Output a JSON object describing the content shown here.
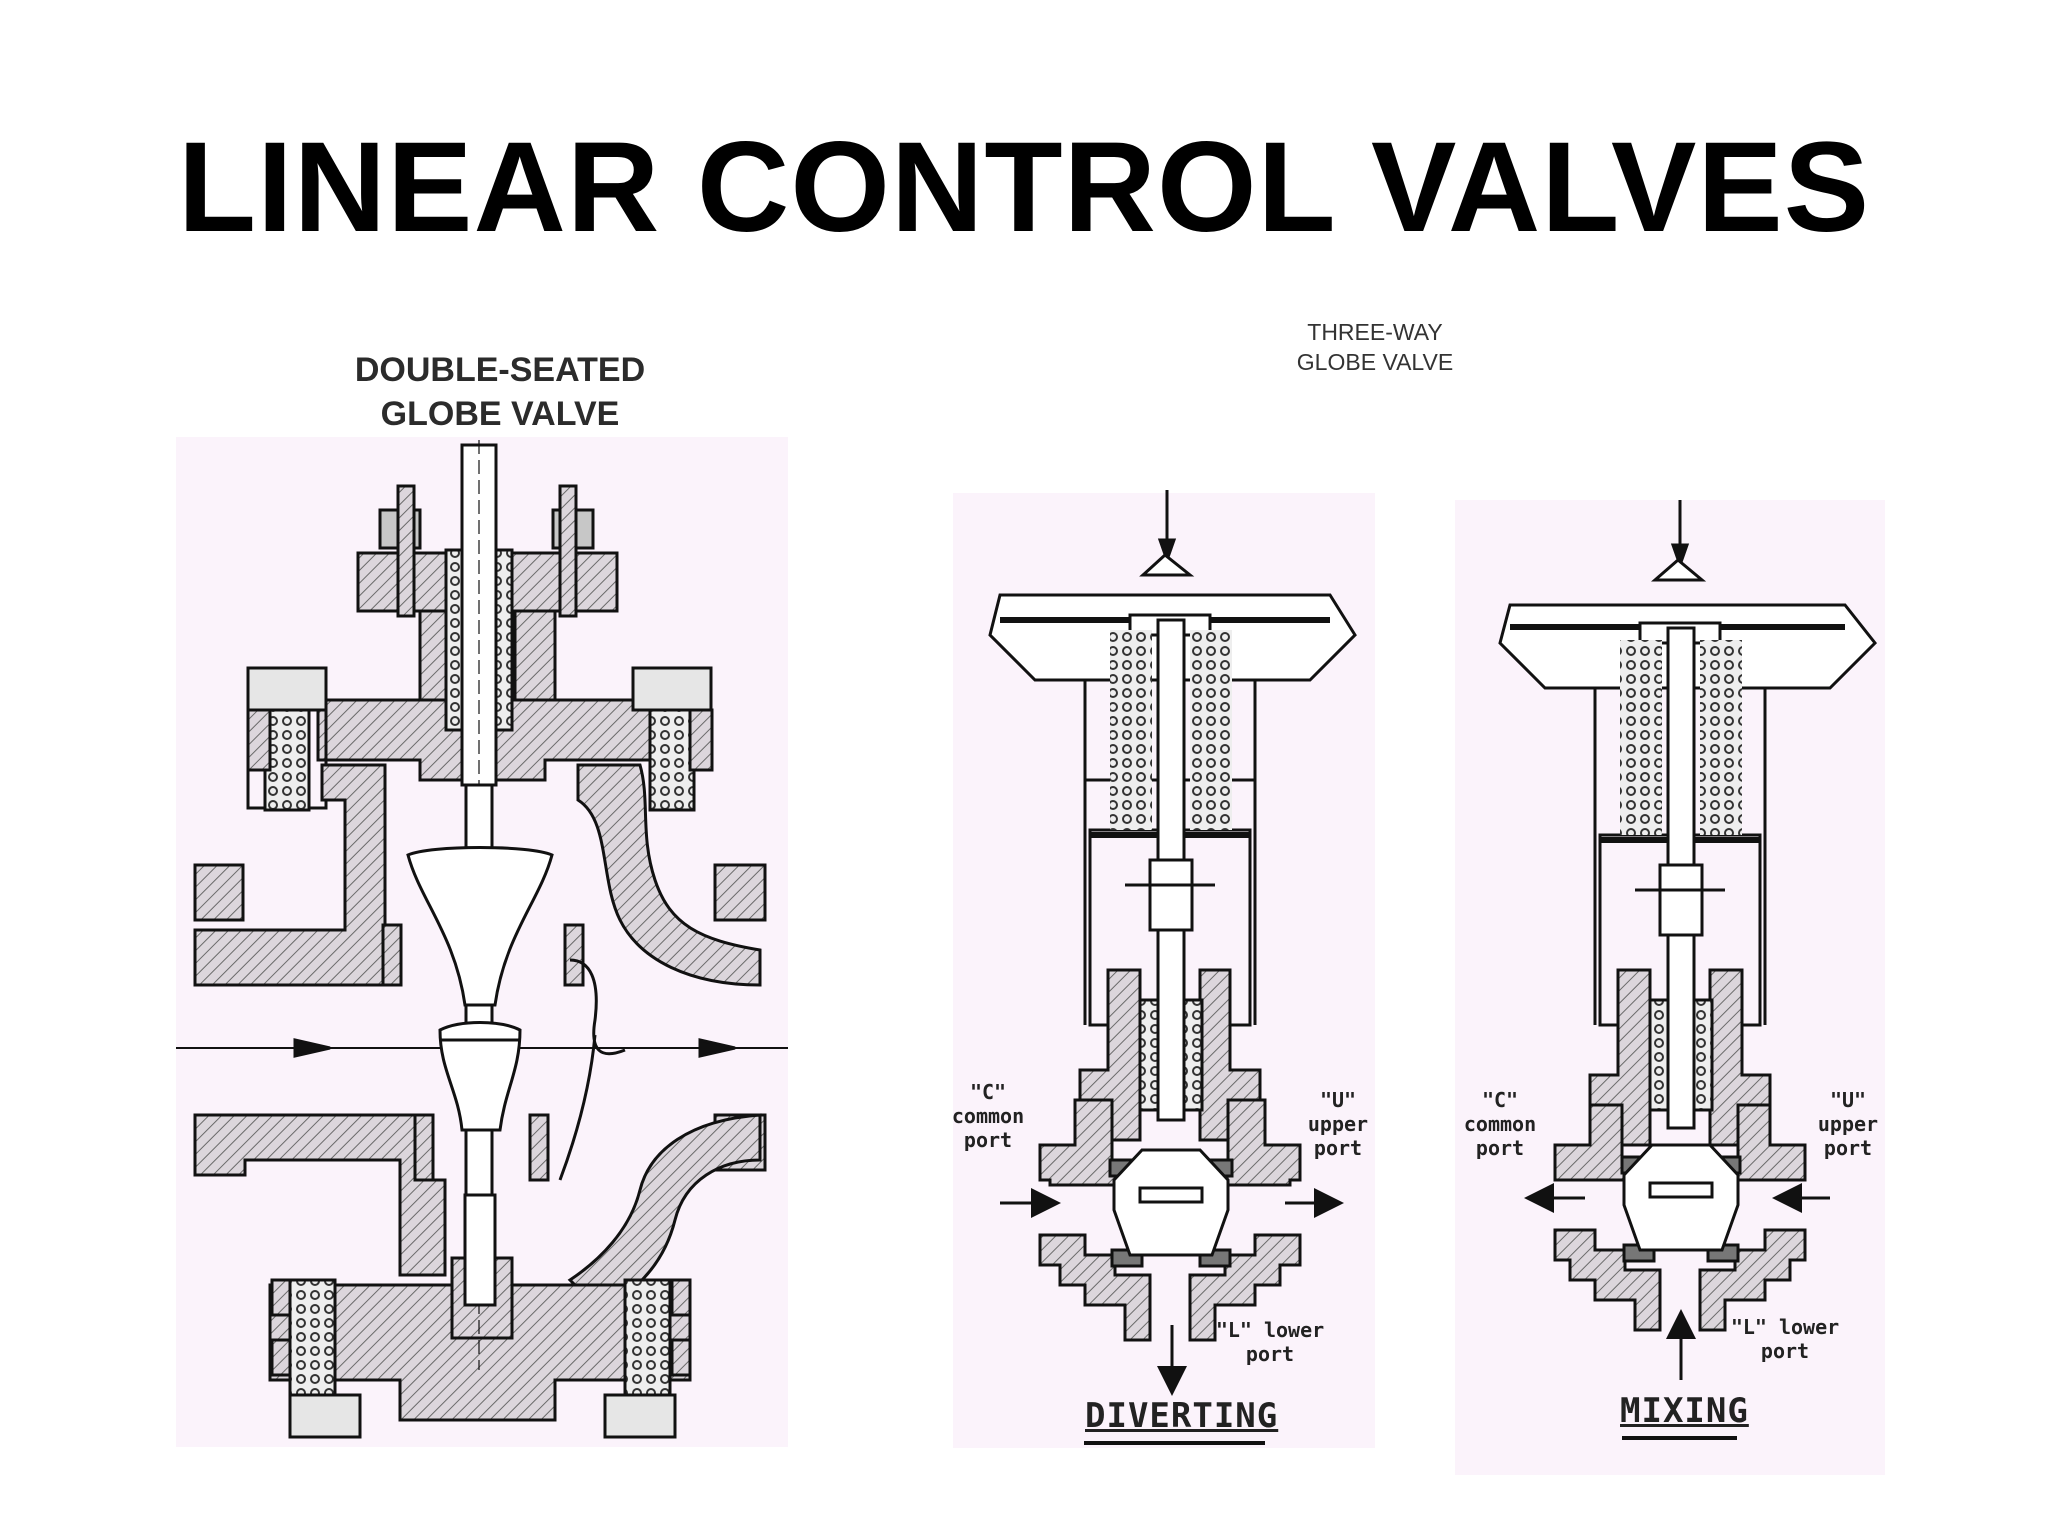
{
  "title": "LINEAR CONTROL VALVES",
  "double_seated": {
    "line1": "DOUBLE-SEATED",
    "line2": "GLOBE VALVE"
  },
  "three_way": {
    "line1": "THREE-WAY",
    "line2": "GLOBE VALVE"
  },
  "diverting": {
    "mode": "DIVERTING",
    "common": [
      "\"C\"",
      "common",
      "port"
    ],
    "upper": [
      "\"U\"",
      "upper",
      "port"
    ],
    "lower": [
      "\"L\" lower",
      "port"
    ]
  },
  "mixing": {
    "mode": "MIXING",
    "common": [
      "\"C\"",
      "common",
      "port"
    ],
    "upper": [
      "\"U\"",
      "upper",
      "port"
    ],
    "lower": [
      "\"L\" lower",
      "port"
    ]
  }
}
